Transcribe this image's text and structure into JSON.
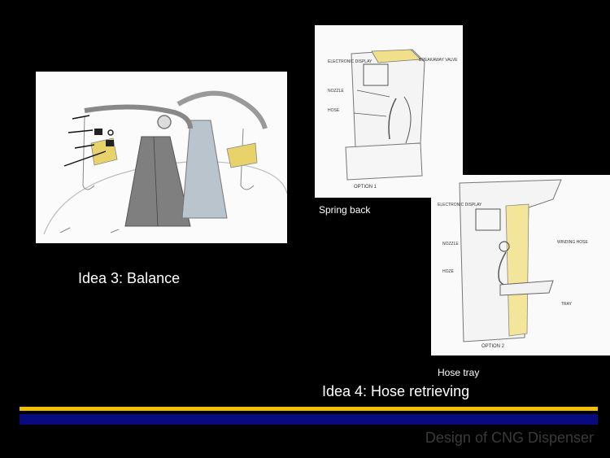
{
  "slide": {
    "background": "#000000",
    "footer_title": "Design of CNG Dispenser"
  },
  "idea3": {
    "caption": "Idea 3:   Balance"
  },
  "idea4": {
    "caption": "Idea 4:   Hose retrieving",
    "option1_caption": "Spring back",
    "option2_caption": "Hose tray",
    "option1_labels": {
      "electronic_display": "ELECTRONIC DISPLAY",
      "breakaway_valve": "BREAKAWAY VALVE",
      "nozzle": "NOZZLE",
      "hose": "HOSE",
      "option": "OPTION 1"
    },
    "option2_labels": {
      "electronic_display": "ELECTRONIC DISPLAY",
      "nozzle": "NOZZLE",
      "winding_hose": "WINDING HOSE",
      "hose": "HOZE",
      "tray": "TRAY",
      "option": "OPTION 2"
    }
  },
  "colors": {
    "accent_gold": "#f0c000",
    "accent_blue": "#0a0a80",
    "footer_text": "#3a3a3a"
  }
}
